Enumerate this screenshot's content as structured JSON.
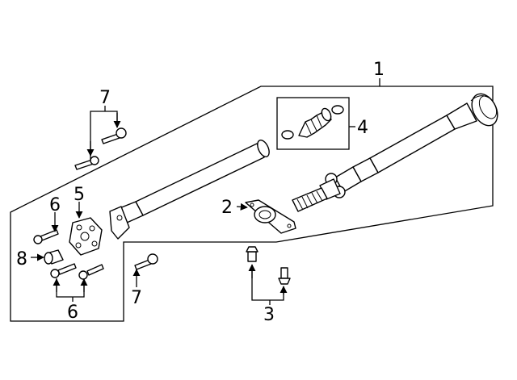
{
  "callouts": {
    "c1": "1",
    "c2": "2",
    "c3": "3",
    "c4": "4",
    "c5": "5",
    "c6_top": "6",
    "c6_bottom": "6",
    "c7_top": "7",
    "c7_bottom": "7",
    "c8": "8"
  }
}
